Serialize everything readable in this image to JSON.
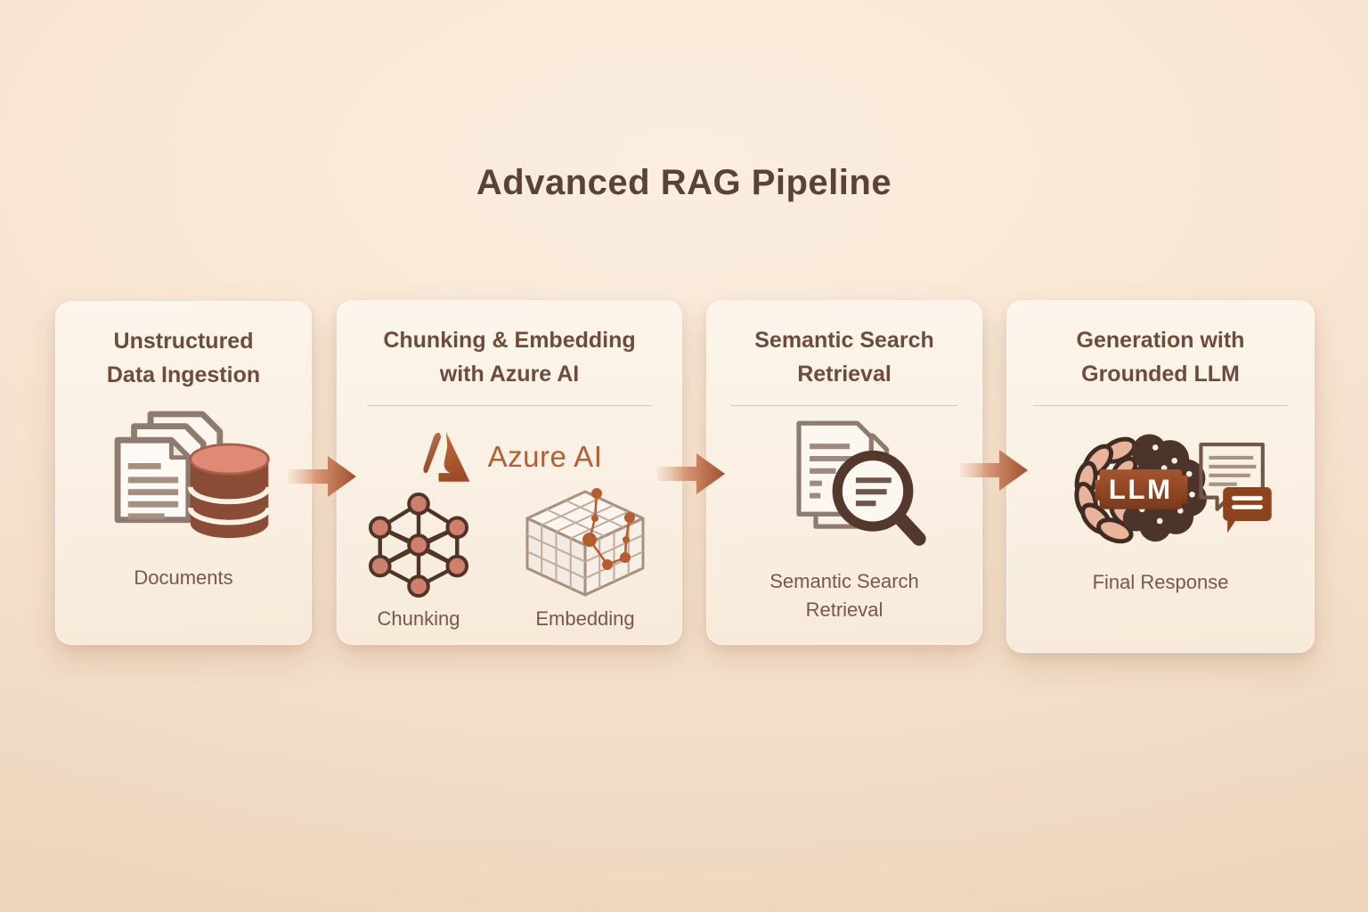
{
  "page": {
    "title": "Advanced RAG Pipeline"
  },
  "cards": [
    {
      "id": "unstructured-data-ingestion",
      "title": "Unstructured\nData Ingestion",
      "icon": "documents-database-icon",
      "label": "Documents"
    },
    {
      "id": "chunking-embedding",
      "title": "Chunking & Embedding\nwith Azure AI",
      "azure_logo_icon": "azure-logo-icon",
      "azure_label": "Azure AI",
      "sub_items": [
        {
          "icon": "network-graph-icon",
          "label": "Chunking"
        },
        {
          "icon": "vector-grid-icon",
          "label": "Embedding"
        }
      ]
    },
    {
      "id": "semantic-search-retrieval",
      "title": "Semantic Search\nRetrieval",
      "icon": "document-search-icon",
      "label": "Semantic Search\nRetrieval"
    },
    {
      "id": "generation-grounded-llm",
      "title": "Generation with\nGrounded LLM",
      "icon": "brain-llm-icon",
      "badge": "LLM",
      "label": "Final Response"
    }
  ],
  "connectors": {
    "icon": "arrow-right-icon",
    "count": 3,
    "direction": "right"
  },
  "colors": {
    "background": "#f6e3d0",
    "card_background": "#faf1e6",
    "heading_text": "#5b4334",
    "card_title_text": "#6d4c3a",
    "label_text": "#77584a",
    "accent_arrow": "#a9532f",
    "salmon": "#d98674",
    "rust": "#8a4c37",
    "dark_brown": "#54382b",
    "taupe_outline": "#8d7b70",
    "azure_brand_text": "#b45e31"
  }
}
